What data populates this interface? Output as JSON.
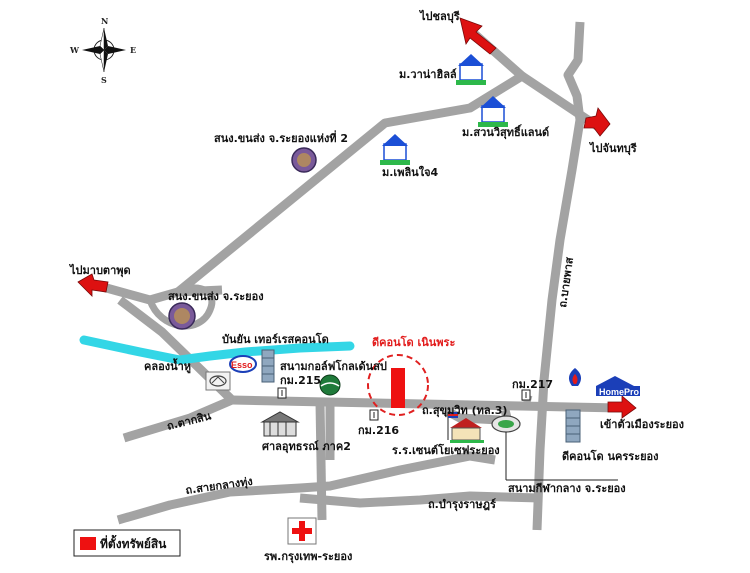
{
  "compass": {
    "n": "N",
    "s": "S",
    "e": "E",
    "w": "W"
  },
  "colors": {
    "road": "#a3a3a3",
    "canal": "#33d6e6",
    "marker": "#ee1111",
    "arrow": "#dd1111",
    "highlight_circle": "#e02020"
  },
  "labels": {
    "to_chonburi": "ไปชลบุรี",
    "to_chanthaburi": "ไปจันทบุรี",
    "to_map_ta_phut": "ไปมาบตาพุด",
    "wana_hill": "ม.วาน่าฮิลล์",
    "suan_wisut_land": "ม.สวนวิสุทธิ์แลนด์",
    "phet_si_ngam": "ม.เพลินใจ4",
    "transport_office_2": "สนง.ขนส่ง จ.ระยองแห่งที่ 2",
    "transport_office": "สนง.ขนส่ง จ.ระยอง",
    "canal_name": "คลองน้ำหู",
    "banyan_terrace": "บันยัน เทอร์เรสคอนโด",
    "golf_course": "สนามกอล์ฟโกลเด้นสป",
    "km215": "กม.215",
    "km216": "กม.216",
    "km217": "กม.217",
    "the_condo": "ดีคอนโด เนินพระ",
    "tha_yai_road": "ถ.ตากสิน",
    "sukhumvit_road": "ถ.สุขุมวิท (ทล.3)",
    "court": "ศาลอุทธรณ์ ภาค2",
    "school": "ร.ร.เซนต์โยเซฟระยอง",
    "stadium": "สนามกีฬากลาง จ.ระยอง",
    "nakhon_rayong_condo": "ดีคอนโด นครระยอง",
    "to_rayong_city": "เข้าตัวเมืองระยอง",
    "bypass_road": "ถ.บายพาส",
    "sai_klang_road": "ถ.สายกลางทุ่ง",
    "ban_krut_road": "ถ.บำรุงราษฎร์",
    "hospital": "รพ.กรุงเทพ-ระยอง",
    "homepro": "HomePro",
    "esso": "Esso"
  },
  "legend": {
    "label": "ที่ตั้งทรัพย์สิน"
  }
}
